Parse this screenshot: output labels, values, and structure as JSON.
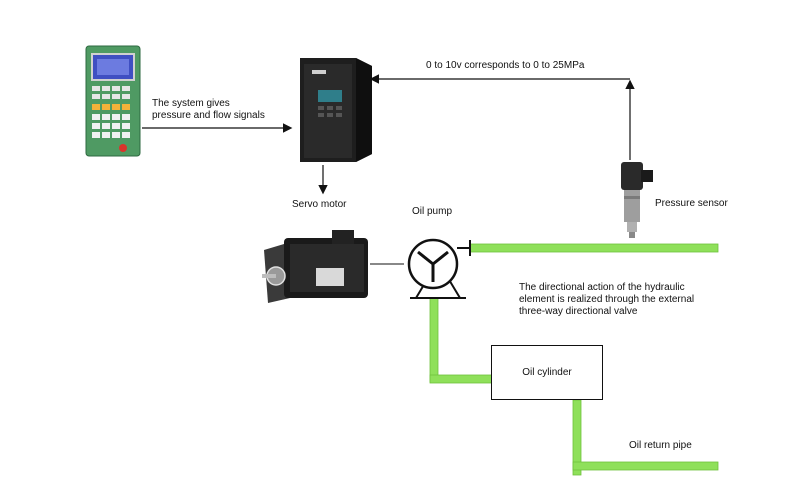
{
  "labels": {
    "system_signal_line1": "The system gives",
    "system_signal_line2": "pressure and flow signals",
    "voltage_mapping": "0 to 10v corresponds to 0 to 25MPa",
    "servo_motor": "Servo motor",
    "oil_pump": "Oil pump",
    "pressure_sensor": "Pressure sensor",
    "directional_line1": "The directional action of the hydraulic",
    "directional_line2": "element is realized through the external",
    "directional_line3": "three-way directional valve",
    "oil_cylinder": "Oil cylinder",
    "oil_return_pipe": "Oil return pipe"
  },
  "colors": {
    "pipe_green": "#8fe05a",
    "pipe_edge": "#6fc23c",
    "line": "#111111",
    "controller_body": "#4f9a63",
    "controller_screen": "#3f4fc2",
    "drive_body": "#1e1e1e",
    "motor_body": "#1a1a1a"
  },
  "icons": {
    "controller": "control-panel-icon",
    "drive": "servo-drive-icon",
    "motor": "servo-motor-icon",
    "pump": "oil-pump-icon",
    "sensor": "pressure-sensor-icon"
  }
}
